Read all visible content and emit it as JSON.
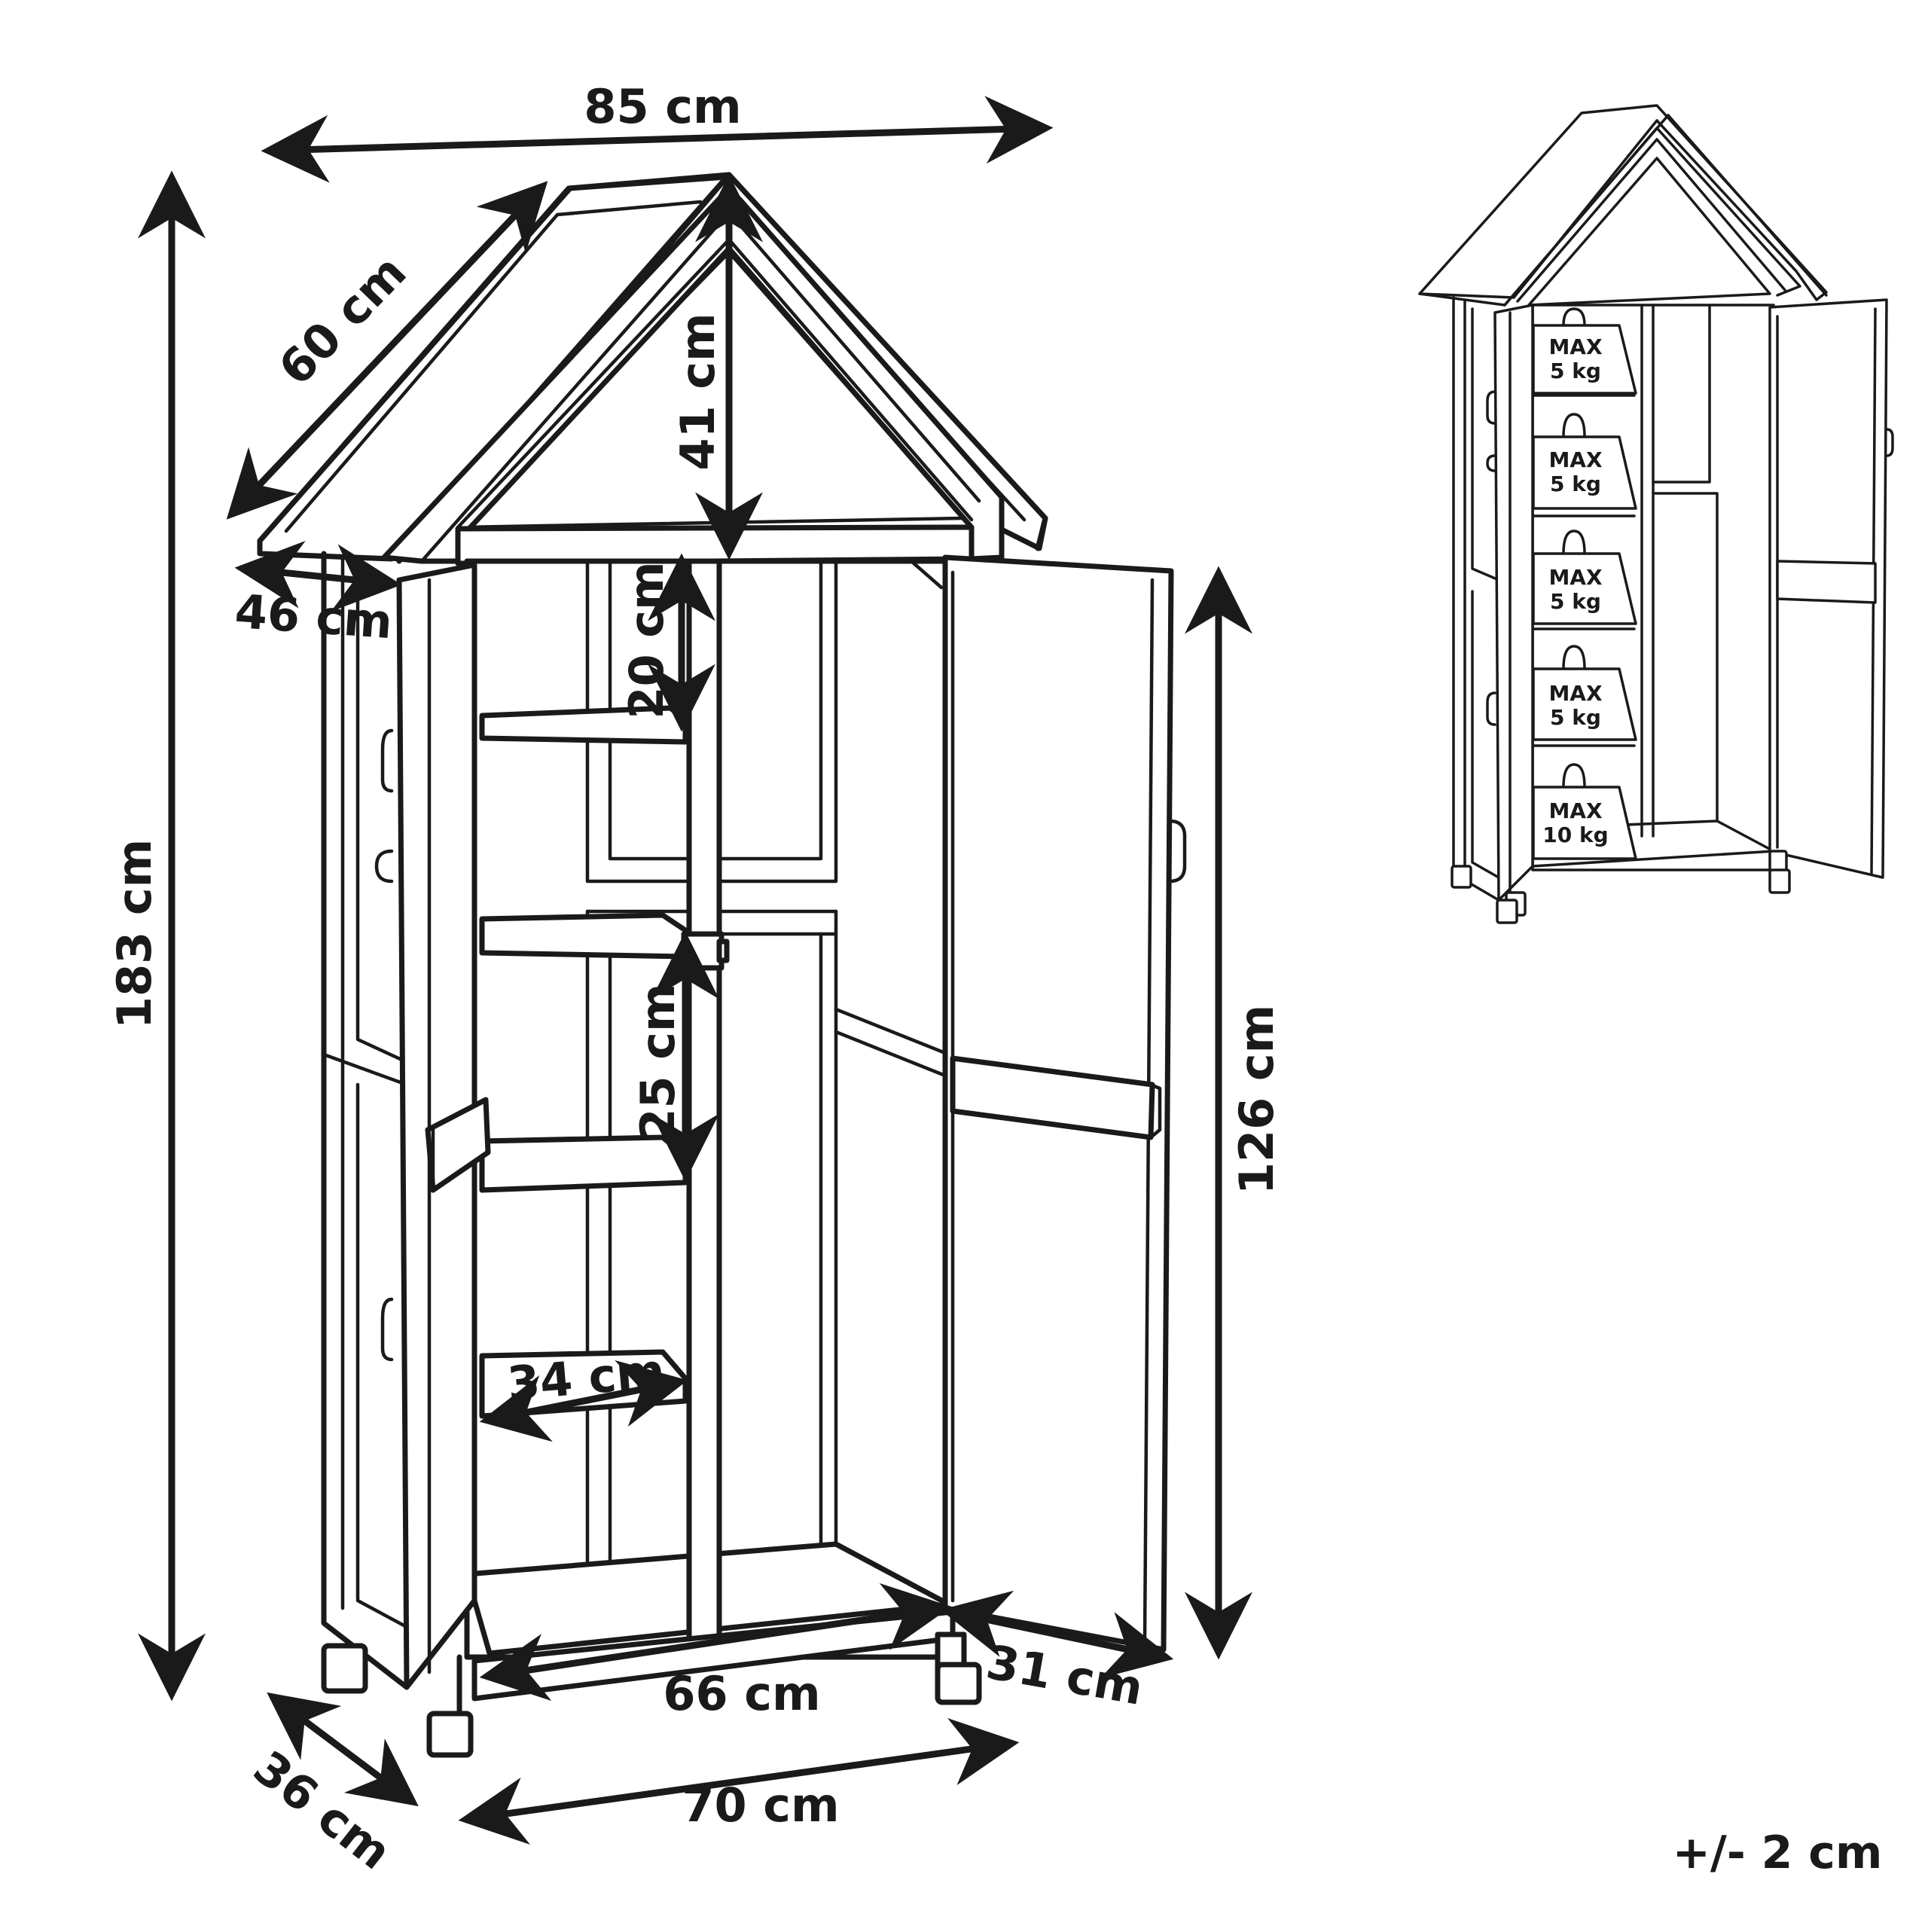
{
  "dimensions": {
    "total_width": "85 cm",
    "roof_depth": "60 cm",
    "roof_height": "41 cm",
    "body_depth": "46 cm",
    "total_height": "183 cm",
    "shelf_gap_top": "20 cm",
    "shelf_gap_middle": "25 cm",
    "shelf_width": "34 cm",
    "door_height": "126 cm",
    "inner_width": "66 cm",
    "door_width": "31 cm",
    "base_width": "70 cm",
    "base_depth": "36 cm"
  },
  "tolerance": "+/- 2 cm",
  "load_capacity": {
    "max_label": "MAX",
    "shelves": [
      {
        "weight": "5 kg"
      },
      {
        "weight": "5 kg"
      },
      {
        "weight": "5 kg"
      },
      {
        "weight": "5 kg"
      },
      {
        "weight": "10 kg"
      }
    ]
  }
}
